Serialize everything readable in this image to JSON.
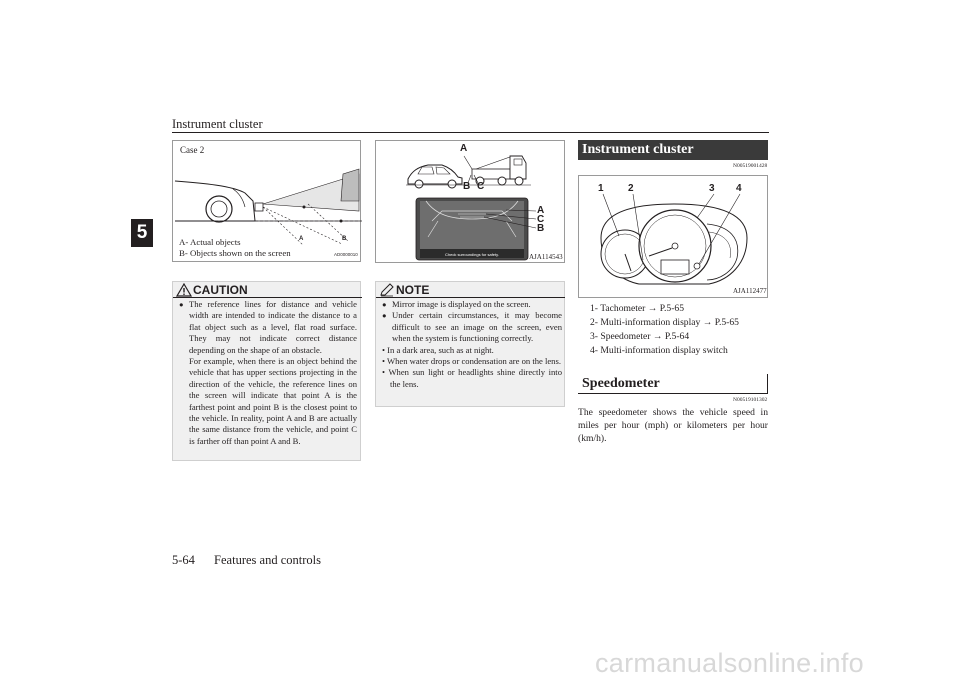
{
  "header": {
    "title": "Instrument cluster"
  },
  "chapter_tab": "5",
  "footer": {
    "page": "5-64",
    "section": "Features and controls"
  },
  "watermark": "carmanualsonline.info",
  "case2_figure": {
    "case_label": "Case 2",
    "legend_a": "A- Actual objects",
    "legend_b": "B- Objects shown on the screen",
    "label_a": "A",
    "label_b": "B",
    "code": "AD0000010"
  },
  "caution": {
    "title": "CAUTION",
    "text": "The reference lines for distance and vehicle width are intended to indicate the distance to a flat object such as a level, flat road surface. They may not indicate correct distance depending on the shape of an obstacle.",
    "text2": "For example, when there is an object behind the vehicle that has upper sections projecting in the direction of the vehicle, the reference lines on the screen will indicate that point A is the farthest point and point B is the closest point to the vehicle. In reality, point A and B are actually the same distance from the vehicle, and point C is farther off than point A and B."
  },
  "camera_figure": {
    "label_a": "A",
    "label_b": "B",
    "label_c": "C",
    "screen_message": "Check surroundings for safety.",
    "code": "AJA114543"
  },
  "note": {
    "title": "NOTE",
    "bullet1": "Mirror image is displayed on the screen.",
    "bullet2": "Under certain circumstances, it may become difficult to see an image on the screen, even when the system is functioning correctly.",
    "sub1": "• In a dark area, such as at night.",
    "sub2": "• When water drops or condensation are on the lens.",
    "sub3": "• When sun light or headlights shine directly into the lens."
  },
  "instrument_cluster": {
    "heading": "Instrument cluster",
    "code": "N00519001428",
    "figure_code": "AJA112477",
    "callouts": [
      "1",
      "2",
      "3",
      "4"
    ],
    "items": [
      "1- Tachometer → P.5-65",
      "2- Multi-information display → P.5-65",
      "3- Speedometer → P.5-64",
      "4- Multi-information display switch"
    ]
  },
  "speedometer": {
    "heading": "Speedometer",
    "code": "N00519101302",
    "text": "The speedometer shows the vehicle speed in miles per hour (mph) or kilometers per hour (km/h)."
  }
}
